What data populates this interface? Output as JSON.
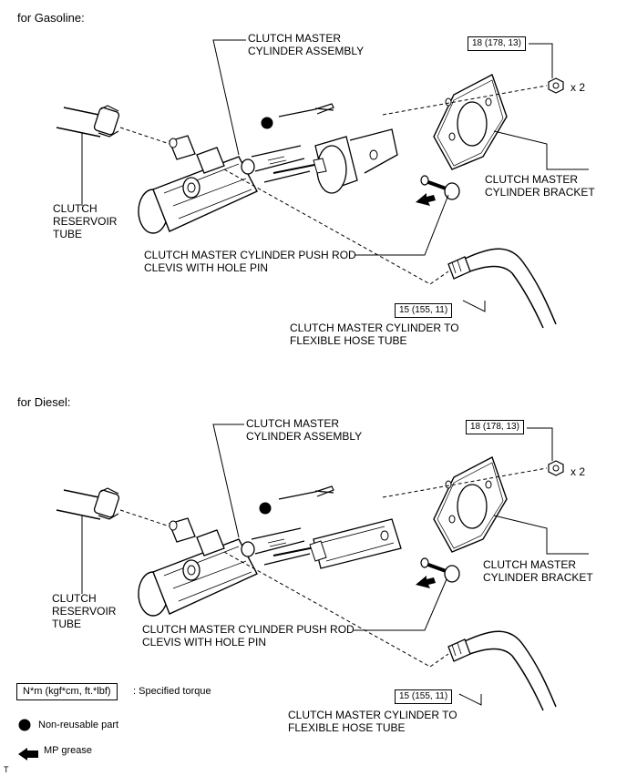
{
  "gasoline": {
    "header": "for Gasoline:",
    "labels": {
      "assembly": "CLUTCH MASTER\nCYLINDER ASSEMBLY",
      "reservoir_tube": "CLUTCH\nRESERVOIR\nTUBE",
      "push_rod": "CLUTCH MASTER CYLINDER PUSH ROD\nCLEVIS WITH HOLE PIN",
      "hose_tube": "CLUTCH MASTER CYLINDER TO\nFLEXIBLE HOSE TUBE",
      "bracket": "CLUTCH MASTER\nCYLINDER BRACKET",
      "nut_qty": "x 2"
    },
    "torque": {
      "nut": "18 (178, 13)",
      "tube": "15 (155, 11)"
    }
  },
  "diesel": {
    "header": "for Diesel:",
    "labels": {
      "assembly": "CLUTCH MASTER\nCYLINDER ASSEMBLY",
      "reservoir_tube": "CLUTCH\nRESERVOIR\nTUBE",
      "push_rod": "CLUTCH MASTER CYLINDER PUSH ROD\nCLEVIS WITH HOLE PIN",
      "hose_tube": "CLUTCH MASTER CYLINDER TO\nFLEXIBLE HOSE TUBE",
      "bracket": "CLUTCH MASTER\nCYLINDER BRACKET",
      "nut_qty": "x 2"
    },
    "torque": {
      "nut": "18 (178, 13)",
      "tube": "15 (155, 11)"
    }
  },
  "legend": {
    "torque_box": "N*m (kgf*cm, ft.*lbf)",
    "torque_desc": ": Specified torque",
    "nonreusable": "Non-reusable part",
    "grease": "MP grease"
  },
  "footer_mark": "T"
}
